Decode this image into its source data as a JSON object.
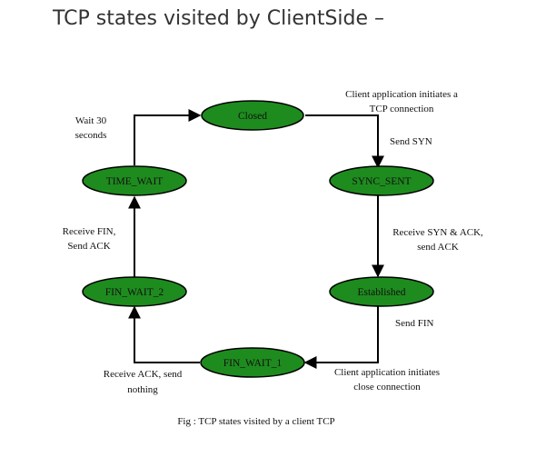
{
  "title": "TCP states visited by ClientSide –",
  "colors": {
    "node_fill": "#1e8b1e",
    "node_stroke": "#000000",
    "edge": "#000000"
  },
  "diagram": {
    "states": {
      "closed": "Closed",
      "sync_sent": "SYNC_SENT",
      "established": "Established",
      "fin_wait_1": "FIN_WAIT_1",
      "fin_wait_2": "FIN_WAIT_2",
      "time_wait": "TIME_WAIT"
    },
    "edges": {
      "closed_to_sync_sent": [
        "Client application initiates a",
        "TCP connection"
      ],
      "closed_to_sync_sent_b": "Send SYN",
      "sync_sent_to_established": [
        "Receive SYN & ACK,",
        "send ACK"
      ],
      "established_to_fin_wait_1": "Send FIN",
      "established_to_fin_wait_1_b": [
        "Client application initiates",
        "close connection"
      ],
      "fin_wait_1_to_fin_wait_2": [
        "Receive ACK, send",
        "nothing"
      ],
      "fin_wait_2_to_time_wait": [
        "Receive FIN,",
        "Send ACK"
      ],
      "time_wait_to_closed": [
        "Wait 30",
        "seconds"
      ]
    },
    "caption": "Fig : TCP states visited by a client TCP"
  }
}
